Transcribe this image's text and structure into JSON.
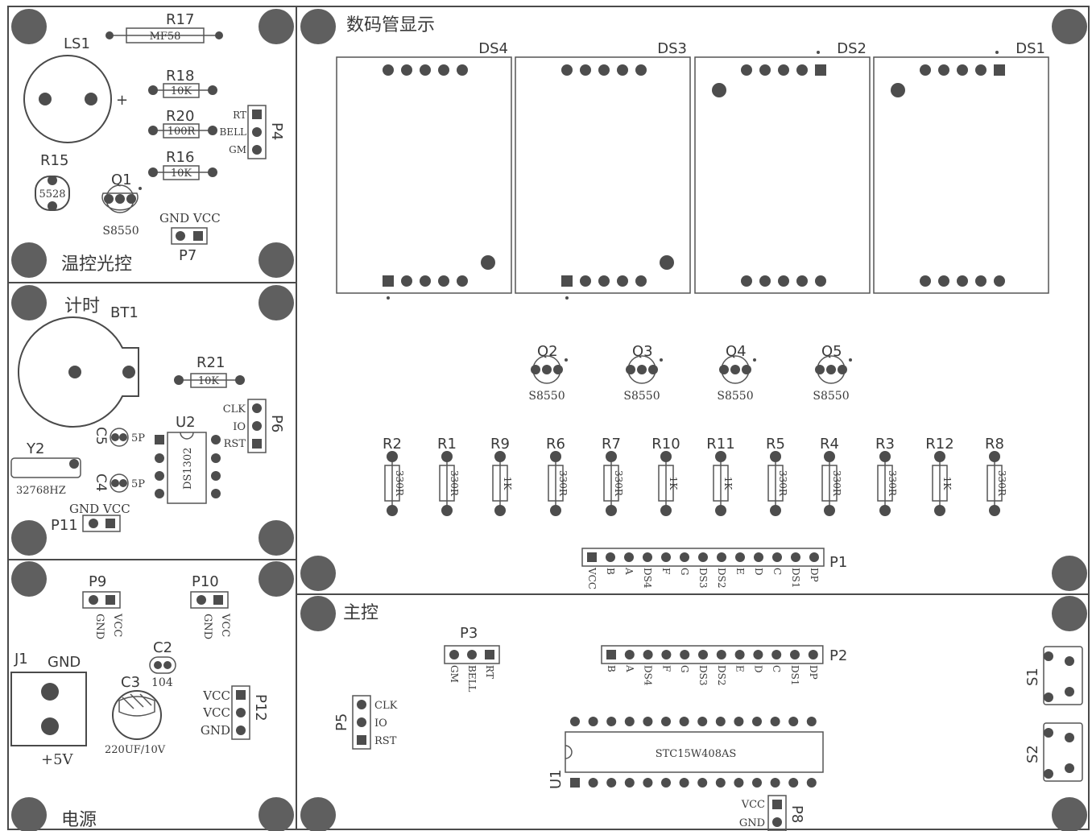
{
  "colors": {
    "pad": "#4d4d4d",
    "outline": "#4a4a4a",
    "hole": "#5f5f5f"
  },
  "sections": {
    "temp_light": "温控光控",
    "timer": "计时",
    "power": "电源",
    "display": "数码管显示",
    "main": "主控"
  },
  "temp_light": {
    "r17": {
      "ref": "R17",
      "value": "MF58"
    },
    "ls1": {
      "ref": "LS1",
      "plus": "+"
    },
    "r18": {
      "ref": "R18",
      "value": "10K"
    },
    "r20": {
      "ref": "R20",
      "value": "100R"
    },
    "r16": {
      "ref": "R16",
      "value": "10K"
    },
    "p4": {
      "ref": "P4",
      "pins": [
        "RT",
        "BELL",
        "GM"
      ]
    },
    "r15": {
      "ref": "R15",
      "value": "5528"
    },
    "q1": {
      "ref": "Q1",
      "value": "S8550"
    },
    "p7": {
      "ref": "P7",
      "pins": "GND VCC"
    }
  },
  "timer": {
    "bt1": {
      "ref": "BT1"
    },
    "r21": {
      "ref": "R21",
      "value": "10K"
    },
    "p6": {
      "ref": "P6",
      "pins": [
        "CLK",
        "IO",
        "RST"
      ]
    },
    "c5": {
      "ref": "C5",
      "value": "5P"
    },
    "c4": {
      "ref": "C4",
      "value": "5P"
    },
    "u2": {
      "ref": "U2",
      "value": "DS1302"
    },
    "y2": {
      "ref": "Y2",
      "value": "32768HZ"
    },
    "p11": {
      "ref": "P11",
      "pins": "GND VCC"
    }
  },
  "power": {
    "p9": {
      "ref": "P9",
      "gnd": "GND",
      "vcc": "VCC"
    },
    "p10": {
      "ref": "P10",
      "gnd": "GND",
      "vcc": "VCC"
    },
    "j1": {
      "ref": "J1",
      "gnd": "GND",
      "plus": "+5V"
    },
    "c2": {
      "ref": "C2",
      "value": "104"
    },
    "c3": {
      "ref": "C3",
      "value": "220UF/10V"
    },
    "p12": {
      "ref": "P12",
      "pins": [
        "VCC",
        "VCC",
        "GND"
      ]
    }
  },
  "display": {
    "digits": [
      "DS4",
      "DS3",
      "DS2",
      "DS1"
    ],
    "transistors": [
      {
        "ref": "Q2",
        "value": "S8550"
      },
      {
        "ref": "Q3",
        "value": "S8550"
      },
      {
        "ref": "Q4",
        "value": "S8550"
      },
      {
        "ref": "Q5",
        "value": "S8550"
      }
    ],
    "resistors": [
      {
        "ref": "R2",
        "value": "330R"
      },
      {
        "ref": "R1",
        "value": "330R"
      },
      {
        "ref": "R9",
        "value": "1K"
      },
      {
        "ref": "R6",
        "value": "330R"
      },
      {
        "ref": "R7",
        "value": "330R"
      },
      {
        "ref": "R10",
        "value": "1K"
      },
      {
        "ref": "R11",
        "value": "1K"
      },
      {
        "ref": "R5",
        "value": "330R"
      },
      {
        "ref": "R4",
        "value": "330R"
      },
      {
        "ref": "R3",
        "value": "330R"
      },
      {
        "ref": "R12",
        "value": "1K"
      },
      {
        "ref": "R8",
        "value": "330R"
      }
    ],
    "p1": {
      "ref": "P1",
      "pins": [
        "VCC",
        "B",
        "A",
        "DS4",
        "F",
        "G",
        "DS3",
        "DS2",
        "E",
        "D",
        "C",
        "DS1",
        "DP"
      ]
    }
  },
  "main": {
    "p3": {
      "ref": "P3",
      "pins": [
        "GM",
        "BELL",
        "RT"
      ]
    },
    "p2": {
      "ref": "P2",
      "pins": [
        "B",
        "A",
        "DS4",
        "F",
        "G",
        "DS3",
        "DS2",
        "E",
        "D",
        "C",
        "DS1",
        "DP"
      ]
    },
    "p5": {
      "ref": "P5",
      "pins": [
        "CLK",
        "IO",
        "RST"
      ]
    },
    "u1": {
      "ref": "U1",
      "value": "STC15W408AS"
    },
    "p8": {
      "ref": "P8",
      "pins": [
        "VCC",
        "GND"
      ]
    },
    "s1": {
      "ref": "S1"
    },
    "s2": {
      "ref": "S2"
    }
  }
}
